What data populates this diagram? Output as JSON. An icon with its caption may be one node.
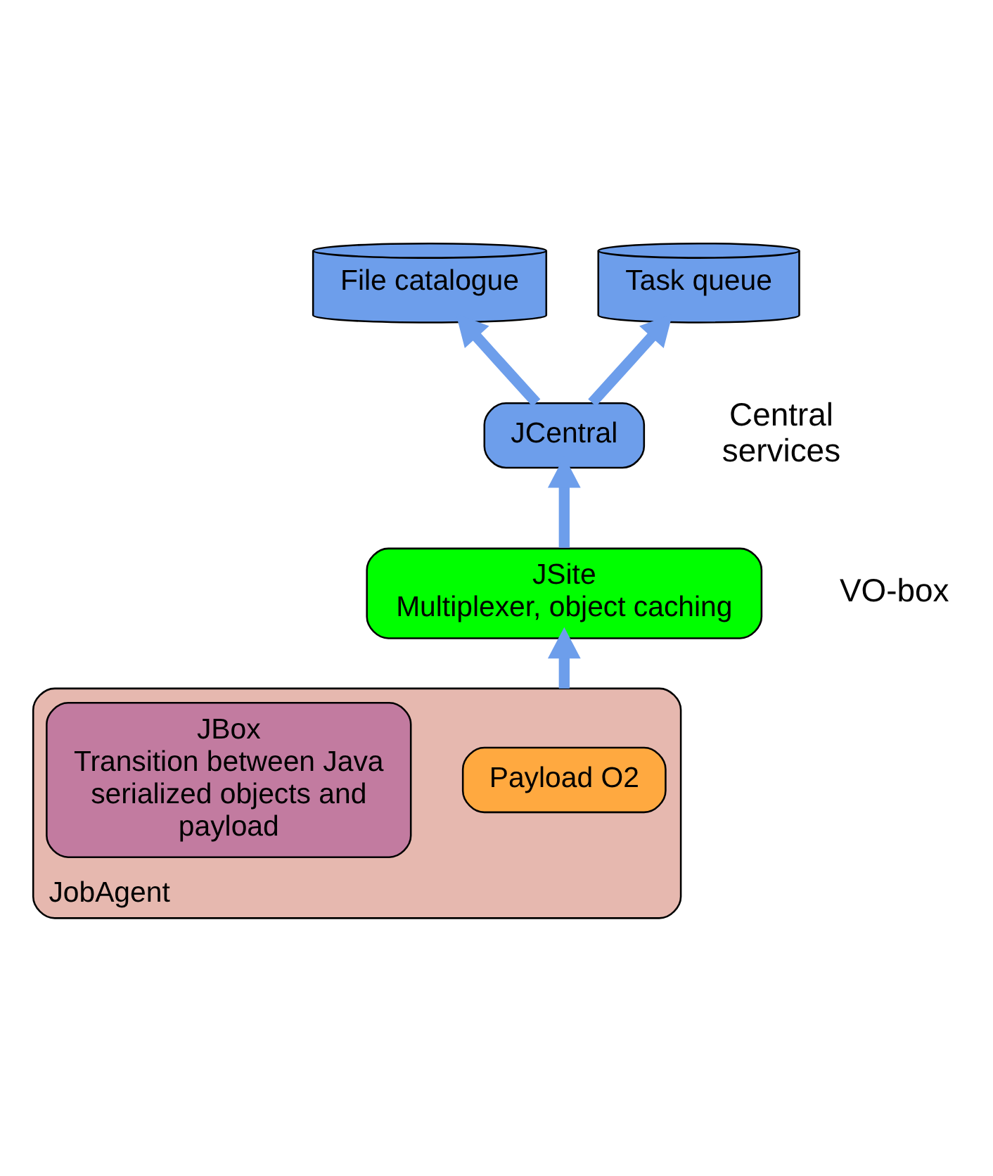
{
  "diagram": {
    "nodes": [
      {
        "text": [
          "File catalogue"
        ]
      },
      {
        "text": [
          "Task queue"
        ]
      },
      {
        "text": [
          "JCentral"
        ]
      },
      {
        "text": [
          "JSite",
          "Multiplexer, object caching"
        ]
      },
      {
        "text": [
          "JobAgent"
        ]
      },
      {
        "text": [
          "Payload O2"
        ],
        "in": 4
      },
      {
        "text": [
          "JBox",
          "Transition between Java serialized objects and payload"
        ],
        "in": 4
      }
    ],
    "edges": [
      {
        "from": 2,
        "to": 0,
        "arrow": "to"
      },
      {
        "from": 2,
        "to": 1,
        "arrow": "to"
      },
      {
        "from": 3,
        "to": 2,
        "arrow": "to"
      },
      {
        "from": 4,
        "to": 3,
        "arrow": "to"
      }
    ],
    "labels": [
      "Central services",
      "VO-box"
    ]
  }
}
